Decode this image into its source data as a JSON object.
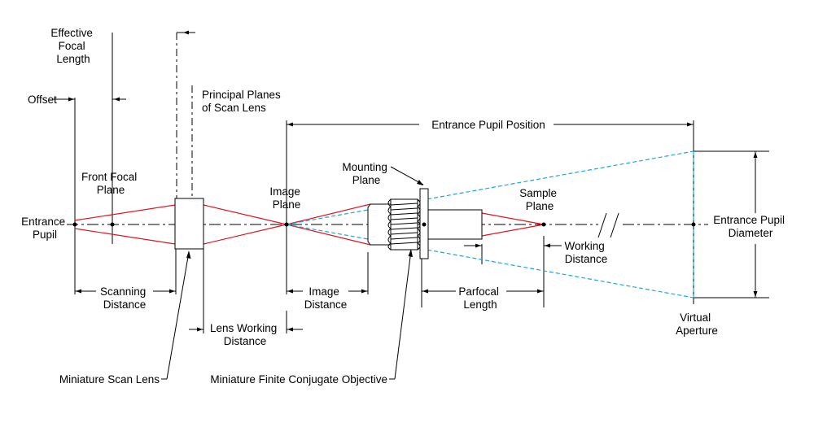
{
  "labels": {
    "effective_focal_length": [
      "Effective",
      "Focal",
      "Length"
    ],
    "offset": "Offset",
    "principal_planes": [
      "Principal Planes",
      "of Scan Lens"
    ],
    "entrance_pupil_position": "Entrance Pupil Position",
    "front_focal_plane": [
      "Front Focal",
      "Plane"
    ],
    "image_plane": [
      "Image",
      "Plane"
    ],
    "mounting_plane": [
      "Mounting",
      "Plane"
    ],
    "sample_plane": [
      "Sample",
      "Plane"
    ],
    "entrance_pupil": [
      "Entrance",
      "Pupil"
    ],
    "entrance_pupil_diameter": [
      "Entrance Pupil",
      "Diameter"
    ],
    "working_distance": [
      "Working",
      "Distance"
    ],
    "scanning_distance": [
      "Scanning",
      "Distance"
    ],
    "image_distance": [
      "Image",
      "Distance"
    ],
    "parfocal_length": [
      "Parfocal",
      "Length"
    ],
    "virtual_aperture": [
      "Virtual",
      "Aperture"
    ],
    "lens_working_distance": [
      "Lens Working",
      "Distance"
    ],
    "miniature_scan_lens": "Miniature Scan Lens",
    "miniature_finite_conjugate_objective": "Miniature Finite Conjugate Objective"
  },
  "colors": {
    "ray_red": "#e0141e",
    "ray_blue_dashed": "#1aa7d9",
    "line": "#000000"
  }
}
